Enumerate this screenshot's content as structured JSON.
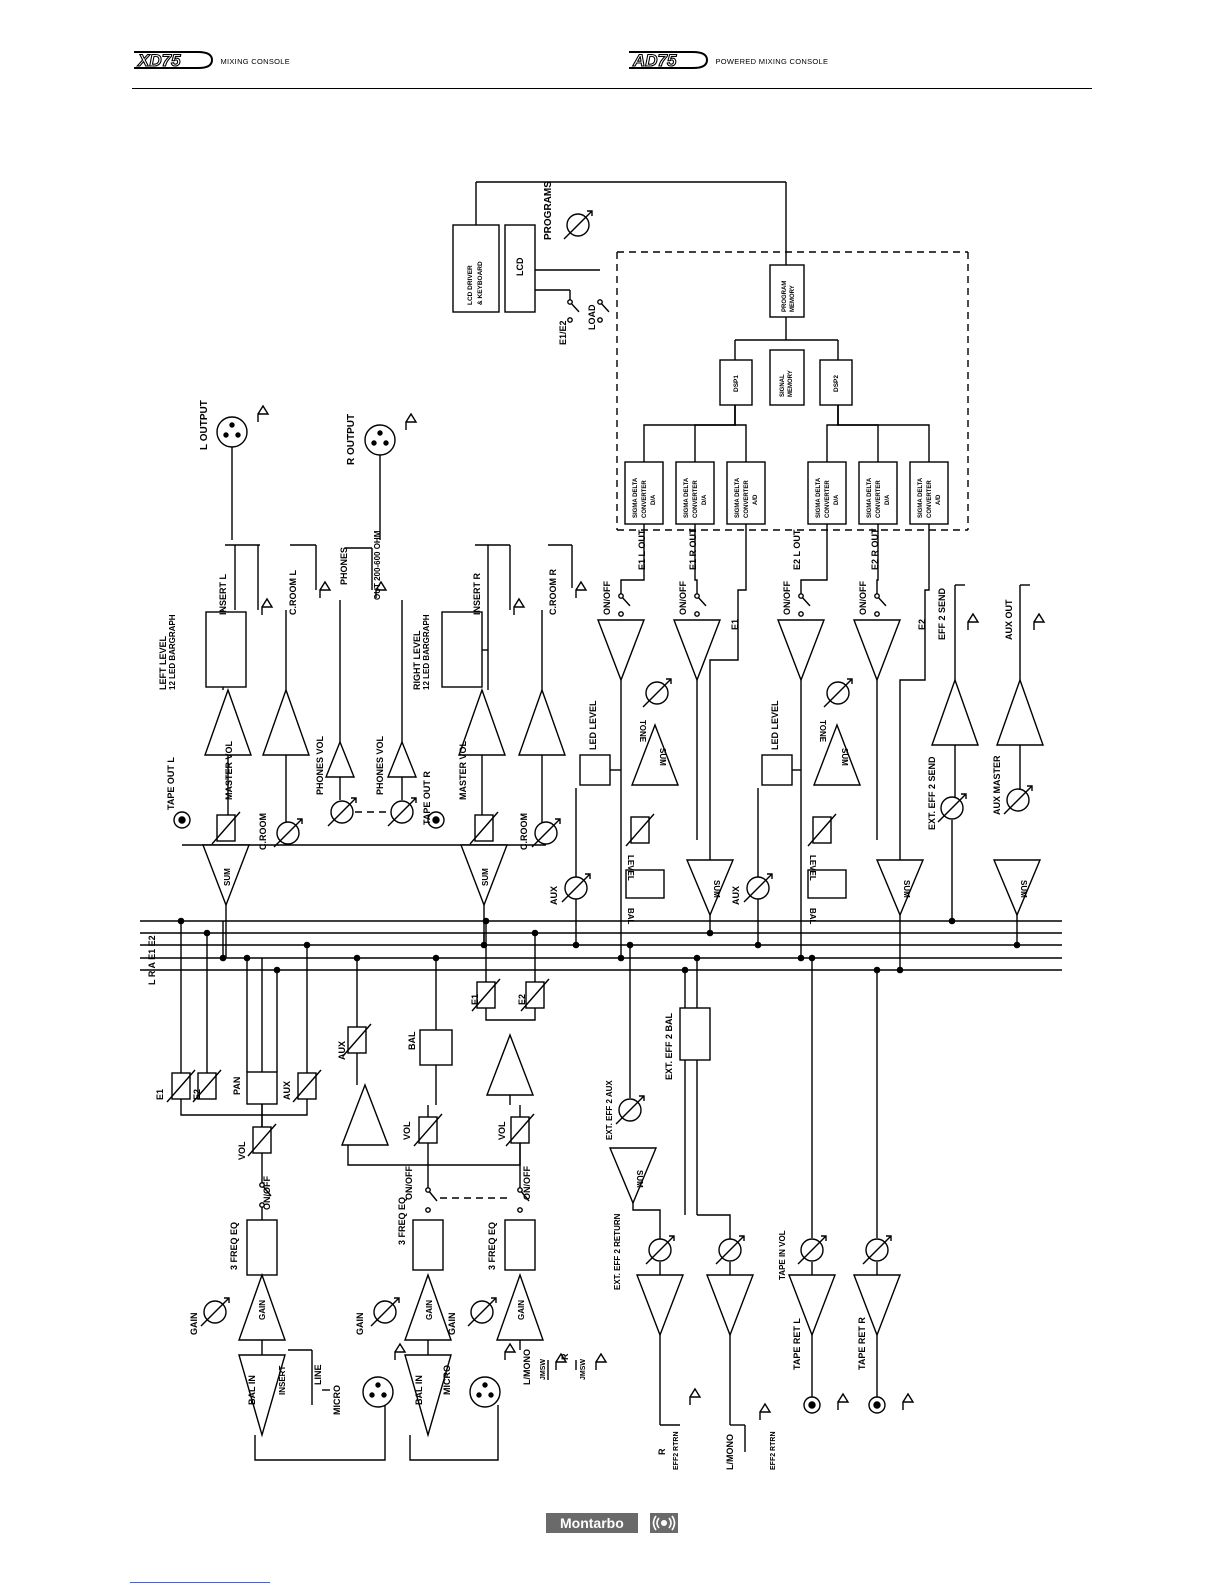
{
  "header": {
    "left_logo": "XD75",
    "left_subtitle": "MIXING CONSOLE",
    "right_logo": "AD75",
    "right_subtitle": "POWERED MIXING CONSOLE"
  },
  "footer": {
    "brand": "Montarbo"
  },
  "labels": {
    "l_output": "L OUTPUT",
    "r_output": "R OUTPUT",
    "programs": "PROGRAMS",
    "lcd_driver": "LCD DRIVER",
    "keyboard": "& KEYBOARD",
    "lcd": "LCD",
    "e1e2": "E1/E2",
    "load": "LOAD",
    "program": "PROGRAM",
    "memory": "MEMORY",
    "signal": "SIGNAL",
    "dsp1": "DSP1",
    "dsp2": "DSP2",
    "sigma_delta": "SIGMA DELTA",
    "converter": "CONVERTER",
    "da": "D/A",
    "ad": "A/D",
    "insert_l": "INSERT L",
    "insert_r": "INSERT R",
    "croom_l": "C.ROOM L",
    "croom_r": "C.ROOM R",
    "phones": "PHONES",
    "phones_out": "OUT 200-600 OHM",
    "left_level": "LEFT LEVEL",
    "right_level": "RIGHT LEVEL",
    "bargraph": "12 LED BARGRAPH",
    "e1_l_out": "E1 L OUT",
    "e1_r_out": "E1 R OUT",
    "e2_l_out": "E2 L OUT",
    "e2_r_out": "E2 R OUT",
    "on_off": "ON/OFF",
    "e1": "E1",
    "e2": "E2",
    "eff2_send": "EFF 2 SEND",
    "aux_out": "AUX OUT",
    "tape_out_l": "TAPE OUT L",
    "tape_out_r": "TAPE OUT R",
    "master_vol": "MASTER VOL",
    "croom": "C.ROOM",
    "phones_vol": "PHONES VOL",
    "led_level": "LED LEVEL",
    "tone": "TONE",
    "sum": "SUM",
    "level": "LEVEL",
    "bal": "BAL",
    "aux": "AUX",
    "ext_eff2_send": "EXT. EFF 2 SEND",
    "aux_master": "AUX MASTER",
    "bus": "L  R  A  E1 E2",
    "pan": "PAN",
    "vol": "VOL",
    "three_freq_eq": "3 FREQ EQ",
    "gain": "GAIN",
    "bal_in": "BAL IN",
    "micro": "MICRO",
    "line": "LINE",
    "insert": "INSERT",
    "l_mono": "L/MONO",
    "r": "R",
    "jmsw": "JMSW",
    "ext_eff2_bal": "EXT. EFF 2 BAL",
    "ext_eff2_aux": "EXT. EFF 2 AUX",
    "ext_eff2_return": "EXT. EFF 2 RETURN",
    "tape_in_vol": "TAPE IN VOL",
    "tape_ret_l": "TAPE RET L",
    "tape_ret_r": "TAPE RET R",
    "eff2_rtrn": "EFF2 RTRN"
  }
}
